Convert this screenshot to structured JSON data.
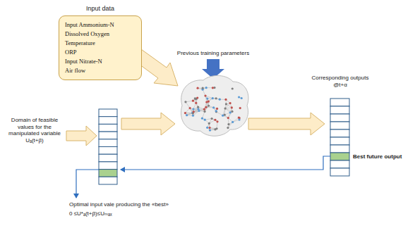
{
  "diagram": {
    "nodes": [
      {
        "text": [
          "Input data",
          "Input Ammonium-N",
          "Dissolved Oxygen",
          "Temperature",
          "ORP",
          "Input Nitrate-N",
          "Air flow"
        ]
      }
    ],
    "labels": [
      "Previous training parameters",
      "Corresponding outputs @t+α",
      "Best future output",
      "Domain of feasible values for the manipulated variable Uₐ(t+β)",
      "Optimal input vale producing the «best»",
      "0 ≤U*ₐ(t+β)≤Uₘₐₓ"
    ]
  }
}
